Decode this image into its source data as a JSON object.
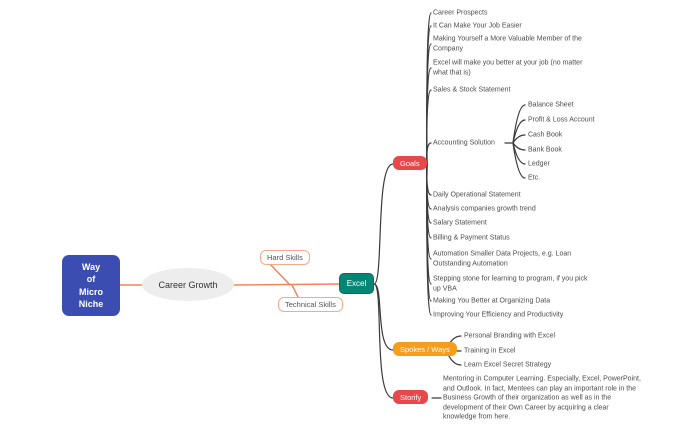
{
  "colors": {
    "canvas-bg": "#ffffff",
    "root-fill": "#3b4db1",
    "root-text": "#ffffff",
    "central-fill": "#ededed",
    "central-text": "#333333",
    "skill-border": "#f5a98b",
    "skill-text": "#555555",
    "excel-fill": "#058674",
    "goals-fill": "#e8484a",
    "spokes-fill": "#f89c1c",
    "storify-fill": "#e8484a",
    "branch-orange": "#f4805c",
    "branch-dark": "#3a3a3a",
    "leaf-text": "#4d4d4d"
  },
  "nodes": {
    "root": {
      "lines": [
        "Way",
        "of",
        "Micro",
        "Niche"
      ]
    },
    "central": {
      "label": "Career Growth"
    },
    "hard_skills": {
      "label": "Hard Skills"
    },
    "technical_skills": {
      "label": "Technical Skills"
    },
    "excel": {
      "label": "Excel"
    },
    "goals": {
      "label": "Goals"
    },
    "spokes": {
      "label": "Spokes / Ways"
    },
    "storify": {
      "label": "Storify"
    }
  },
  "goals_children": [
    "Career Prospects",
    "It Can Make Your Job Easier",
    "Making Yourself a More Valuable Member of the Company",
    "Excel will make you better at your job (no matter what that is)",
    "Sales & Stock Statement",
    "Accounting Solution",
    "Daily Operational Statement",
    "Analysis companies growth trend",
    "Salary Statement",
    "Billing & Payment Status",
    "Automation Smaller Data Projects, e.g. Loan Outstanding Automation",
    "Stepping stone for learning to program, if you pick up VBA",
    "Making You Better at Organizing Data",
    "Improving Your Efficiency and Productivity"
  ],
  "accounting_children": [
    "Balance Sheet",
    "Profit & Loss Account",
    "Cash Book",
    "Bank Book",
    "Ledger",
    "Etc."
  ],
  "spokes_children": [
    "Personal Branding with Excel",
    "Training in Excel",
    "Learn Excel Secret Strategy"
  ],
  "storify_children": [
    "Mentoring in Computer Learning. Especially, Excel, PowerPoint, and Outlook. In fact, Mentees can play an important role in the Business Growth of their organization as well as in the development of their Own Career by acquiring a clear knowledge from here."
  ]
}
